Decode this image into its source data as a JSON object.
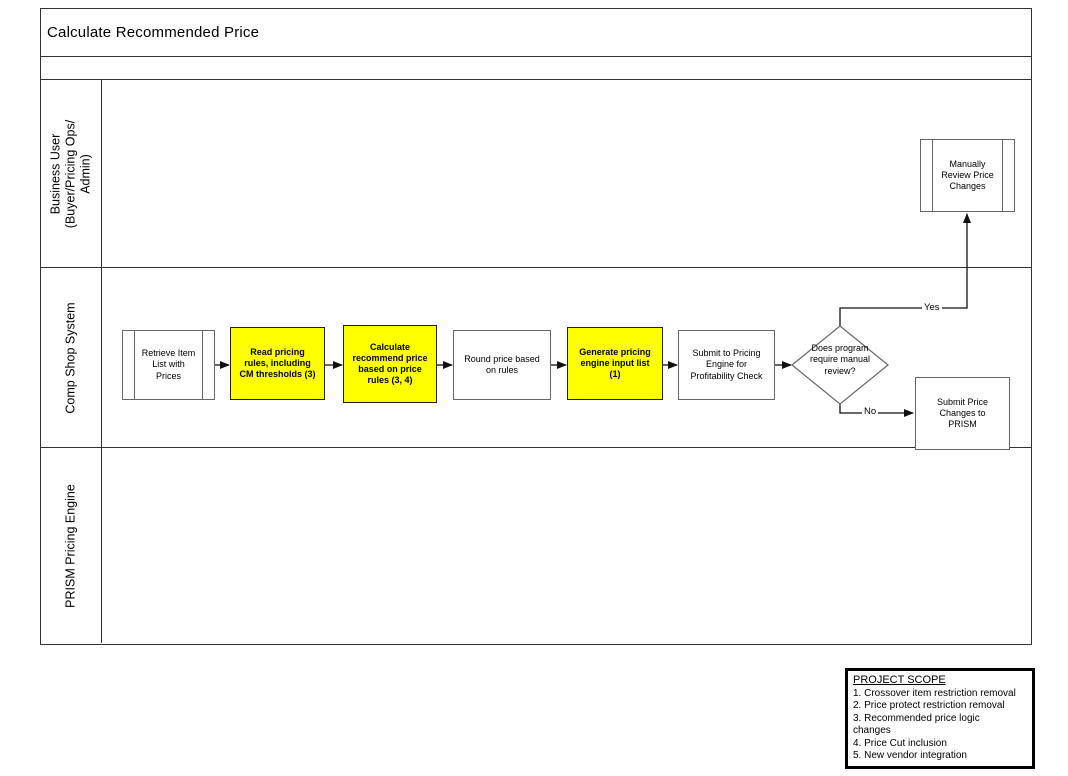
{
  "title": "Calculate Recommended Price",
  "lanes": [
    {
      "id": "business-user",
      "label": "Business User\n(Buyer/Pricing Ops/\nAdmin)"
    },
    {
      "id": "comp-shop-system",
      "label": "Comp Shop System"
    },
    {
      "id": "prism-pricing-engine",
      "label": "PRISM Pricing Engine"
    }
  ],
  "nodes": {
    "retrieve_item": {
      "text": "Retrieve Item\nList with\nPrices",
      "type": "predefined-process",
      "highlight": false
    },
    "read_pricing": {
      "text": "Read pricing\nrules, including\nCM thresholds (3)",
      "type": "process",
      "highlight": true
    },
    "calc_price": {
      "text": "Calculate\nrecommend price\nbased on price\nrules (3, 4)",
      "type": "process",
      "highlight": true
    },
    "round_price": {
      "text": "Round price based\non rules",
      "type": "process",
      "highlight": false
    },
    "generate_input": {
      "text": "Generate pricing\nengine input list\n(1)",
      "type": "process",
      "highlight": true
    },
    "submit_engine": {
      "text": "Submit to Pricing\nEngine for\nProfitability Check",
      "type": "process",
      "highlight": false
    },
    "decision": {
      "text": "Does program\nrequire manual\nreview?",
      "type": "decision",
      "highlight": false
    },
    "manual_review": {
      "text": "Manually\nReview Price\nChanges",
      "type": "predefined-process",
      "highlight": false
    },
    "submit_prism": {
      "text": "Submit Price\nChanges to\nPRISM",
      "type": "process",
      "highlight": false
    }
  },
  "connectors": {
    "yes_label": "Yes",
    "no_label": "No"
  },
  "project_scope": {
    "title": "PROJECT SCOPE",
    "items": [
      "1. Crossover item restriction removal",
      "2. Price protect restriction removal",
      "3. Recommended price logic\nchanges",
      "4. Price Cut inclusion",
      "5. New vendor integration"
    ]
  },
  "colors": {
    "highlight_fill": "#ffff00",
    "line": "#111111",
    "node_border": "#666666",
    "frame_border": "#333333"
  }
}
